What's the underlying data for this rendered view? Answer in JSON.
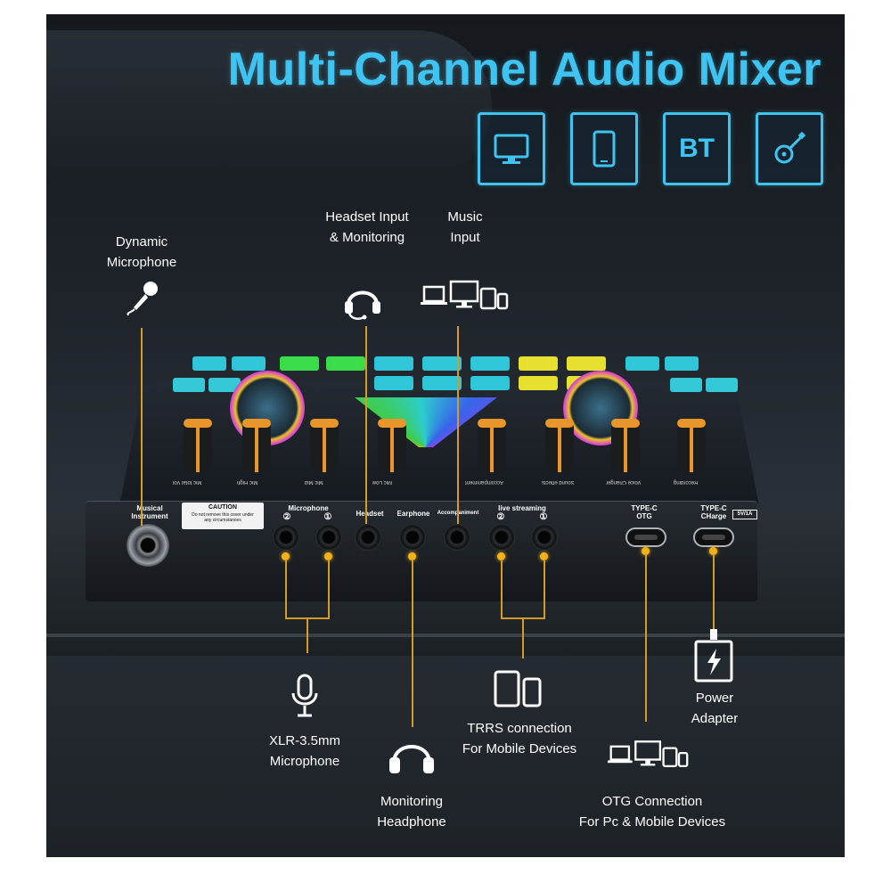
{
  "title": "Multi-Channel Audio Mixer",
  "devices": [
    {
      "icon": "monitor-icon"
    },
    {
      "icon": "tablet-icon"
    },
    {
      "icon": "bluetooth-badge-icon",
      "text": "BT"
    },
    {
      "icon": "guitar-icon"
    }
  ],
  "callouts": {
    "dynamic_mic": {
      "line1": "Dynamic",
      "line2": "Microphone"
    },
    "headset": {
      "line1": "Headset Input",
      "line2": "& Monitoring"
    },
    "music": {
      "line1": "Music",
      "line2": "Input"
    },
    "xlr": {
      "line1": "XLR-3.5mm",
      "line2": "Microphone"
    },
    "monitoring": {
      "line1": "Monitoring",
      "line2": "Headphone"
    },
    "trrs": {
      "line1": "TRRS connection",
      "line2": "For Mobile Devices"
    },
    "otg": {
      "line1": "OTG Connection",
      "line2": "For Pc & Mobile Devices"
    },
    "power": {
      "line1": "Power",
      "line2": "Adapter"
    }
  },
  "ports": {
    "instrument": {
      "line1": "Musical",
      "line2": "Instrument"
    },
    "caution_title": "CAUTION",
    "caution_text1": "Do not remove this cover under",
    "caution_text2": "any circumstances",
    "microphone": "Microphone",
    "mic_num1": "②",
    "mic_num2": "①",
    "headset": "Headset",
    "earphone": "Earphone",
    "accompaniment": "Accompaniment",
    "live": "live streaming",
    "live_num1": "②",
    "live_num2": "①",
    "typec_otg": {
      "line1": "TYPE-C",
      "line2": "OTG"
    },
    "typec_charge": {
      "line1": "TYPE-C",
      "line2": "CHarge"
    },
    "charge_spec": "5V/1A"
  },
  "knob_labels": [
    "Mic total Vol",
    "Mic High",
    "Mic Mid",
    "Mic Low",
    "Accompaniment",
    "Sound effects",
    "Voice Changer",
    "Recording"
  ],
  "colors": {
    "accent": "#3fc3f0",
    "connector": "#f3b21a",
    "line": "#d39b27",
    "text": "#ffffff"
  }
}
